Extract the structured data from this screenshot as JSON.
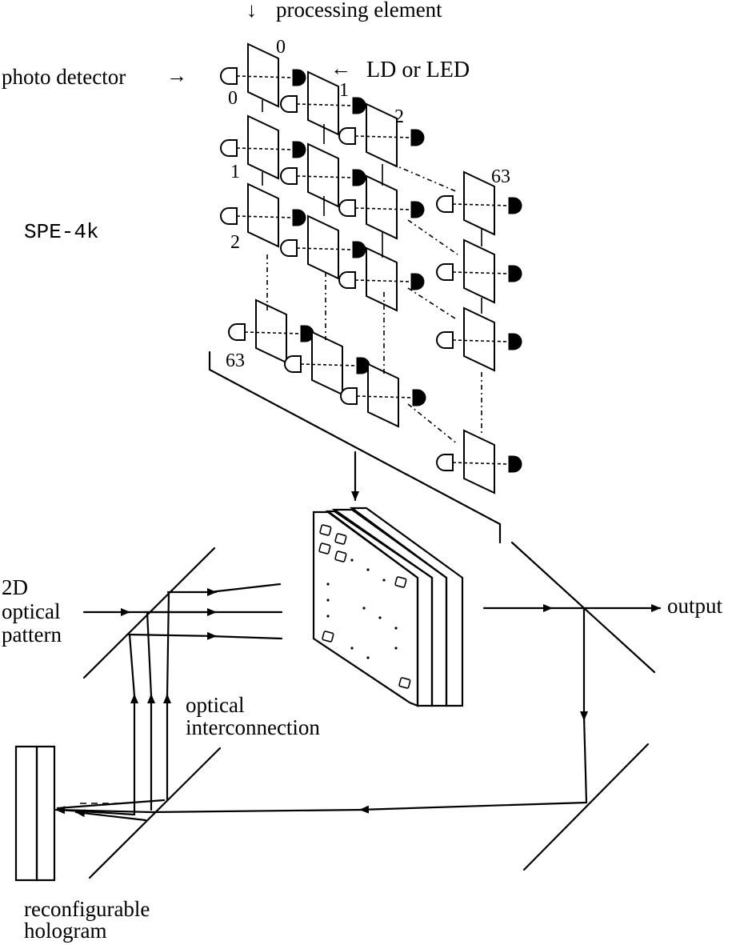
{
  "labels": {
    "processing_element": "processing element",
    "photo_detector": "photo detector",
    "ld_or_led": "LD or LED",
    "spe": "SPE-4k",
    "optical_pattern_1": "2D",
    "optical_pattern_2": "optical",
    "optical_pattern_3": "pattern",
    "optical_interconnection_1": "optical",
    "optical_interconnection_2": "interconnection",
    "output": "output",
    "hologram_1": "reconfigurable",
    "hologram_2": "hologram"
  },
  "indices": {
    "col_0": "0",
    "col_1": "1",
    "col_2": "2",
    "col_63": "63",
    "row_0": "0",
    "row_1": "1",
    "row_2": "2",
    "row_63": "63"
  },
  "arrows": {
    "down": "↓",
    "right": "→",
    "left": "←"
  },
  "colors": {
    "ink": "#000000",
    "paper": "#ffffff"
  }
}
